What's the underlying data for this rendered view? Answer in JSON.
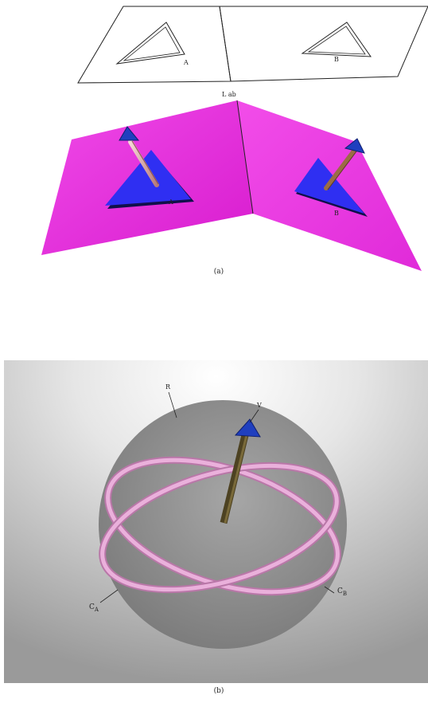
{
  "figure_a": {
    "label_lab": "L ab",
    "label_a_top": "A",
    "label_b_top": "B",
    "label_a_bottom": "A",
    "label_b_bottom": "B",
    "caption": "(a)",
    "colors": {
      "plane": "#e81fdf",
      "triangle": "#2e2ef0",
      "arrow_head": "#1f3fbf",
      "shaft_a": "#e9b7b7",
      "shaft_b": "#9b6c45"
    }
  },
  "figure_b": {
    "label_r": "R",
    "label_v": "V",
    "label_ca": "C",
    "label_ca_sub": "A",
    "label_cb": "C",
    "label_cb_sub": "B",
    "caption": "(b)",
    "colors": {
      "background": "#bdbdbd",
      "sphere": "#8c8c8c",
      "rings": "#e6a3d3",
      "shaft": "#4d4222",
      "arrow_head": "#1f3fbf"
    }
  }
}
